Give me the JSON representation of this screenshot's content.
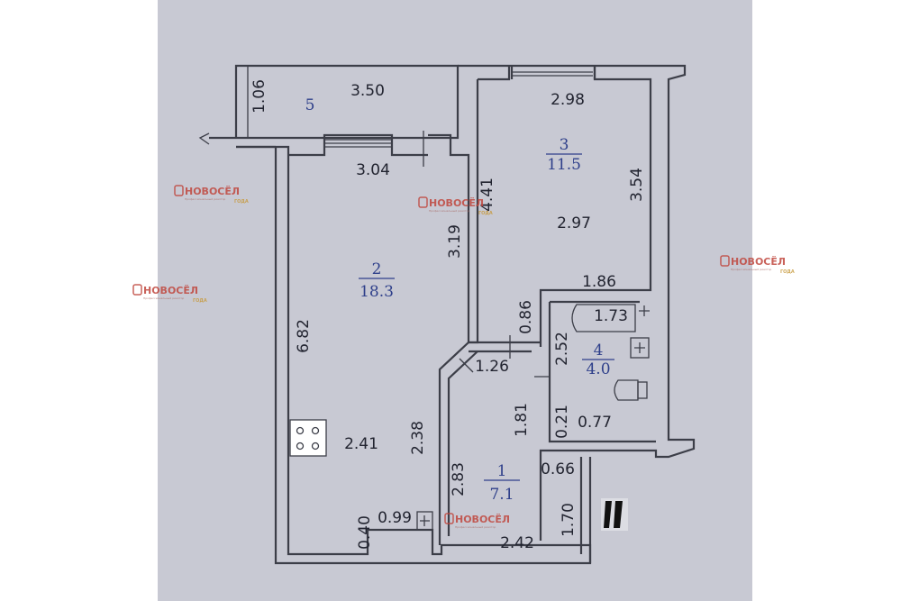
{
  "plan": {
    "rooms": [
      {
        "number": "5",
        "area": ""
      },
      {
        "number": "3",
        "area": "11.5"
      },
      {
        "number": "2",
        "area": "18.3"
      },
      {
        "number": "4",
        "area": "4.0"
      },
      {
        "number": "1",
        "area": "7.1"
      }
    ],
    "dimensions": {
      "balcony_depth": "1.06",
      "balcony_width": "3.50",
      "room3_top": "2.98",
      "room3_right": "3.54",
      "room3_left": "4.41",
      "room3_inner": "2.97",
      "room3_bottom": "1.86",
      "room2_top": "3.04",
      "room2_right": "3.19",
      "room2_left": "6.82",
      "room2_kitchen_width": "2.41",
      "room2_kitchen_depth": "2.38",
      "room2_bottom_offset": "0.40",
      "room2_bottom_width": "0.99",
      "corridor_gap": "0.86",
      "corridor_diag": "1.26",
      "bath_width": "1.73",
      "bath_height": "2.52",
      "bath_small": "0.21",
      "bath_bottom": "0.77",
      "hall_side": "1.81",
      "hall_left": "2.83",
      "hall_notch": "0.66",
      "hall_right": "1.70",
      "hall_bottom": "2.42"
    },
    "watermark": {
      "brand": "НОВОСЁЛ",
      "tagline": "Профессиональный риелтор",
      "badge": "ГОДА"
    },
    "colors": {
      "paper": "#c8c9d3",
      "wall": "#3c3e48",
      "room_number": "#2e3f8a",
      "watermark": "#c0473e"
    }
  }
}
